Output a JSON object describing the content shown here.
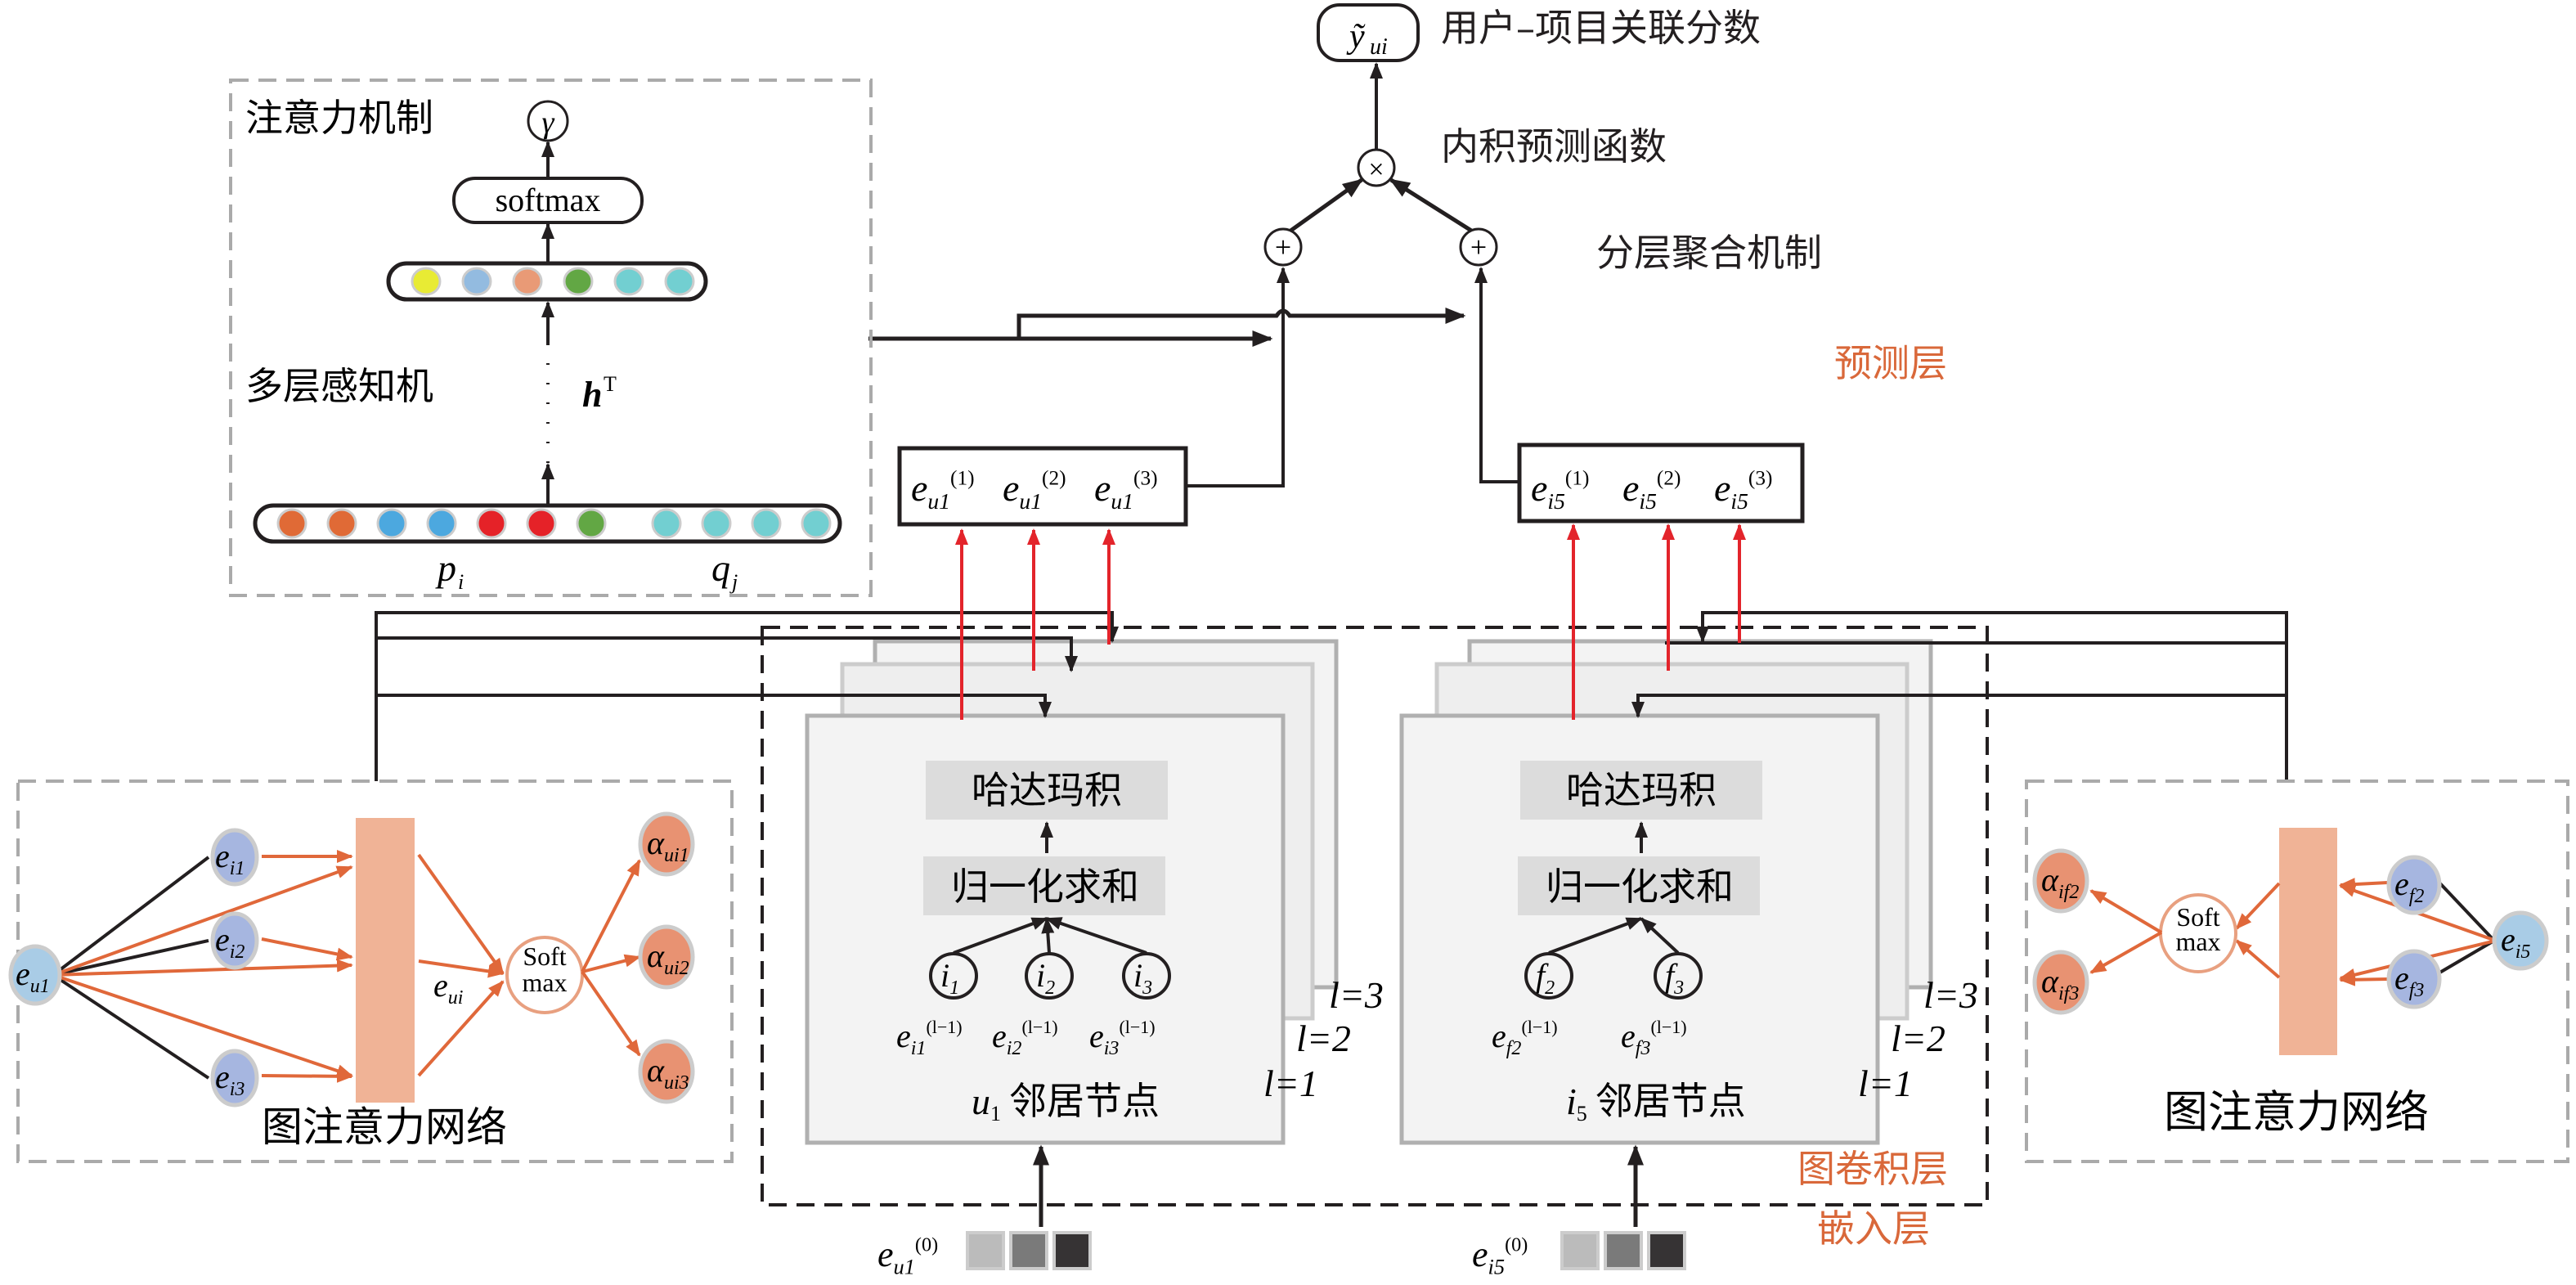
{
  "colors": {
    "orange_label": "#d9683a",
    "arrow_orange": "#e0683a",
    "red_arrow": "#e3242b",
    "dashed_gray": "#aaaaaa",
    "panel_fill": "#f2f2f2",
    "inner_box_fill": "#dcdcdc",
    "attn_bar": "#f0b396",
    "user_node": "#a9cce6",
    "item_node": "#a6b6e0",
    "alpha_node": "#e89272"
  },
  "prediction": {
    "output_label": "用户–项目关联分数",
    "output_symbol": "ỹ",
    "output_sub": "ui",
    "inner_product_label": "内积预测函数",
    "inner_product_symbol": "×",
    "aggregation_label": "分层聚合机制",
    "plus_symbol": "+",
    "layer_label": "预测层"
  },
  "attention": {
    "title": "注意力机制",
    "gamma": "γ",
    "softmax": "softmax",
    "mlp_label": "多层感知机",
    "h": "h",
    "h_sup": "T",
    "p_label": "p",
    "p_sub": "i",
    "q_label": "q",
    "q_sub": "j",
    "upper_vector": [
      "#e8eb34",
      "#93bbe0",
      "#e99a76",
      "#62a744",
      "#72cfd1",
      "#72cfd1"
    ],
    "lower_vector": [
      "#e06a36",
      "#e06a36",
      "#4ca8df",
      "#4ca8df",
      "#e52228",
      "#e52228",
      "#62a744",
      "#72cfd1",
      "#72cfd1",
      "#72cfd1",
      "#72cfd1"
    ]
  },
  "user_embeddings": {
    "base": "e",
    "sub": "u1",
    "sups": [
      "(1)",
      "(2)",
      "(3)"
    ]
  },
  "item_embeddings": {
    "base": "e",
    "sub": "i5",
    "sups": [
      "(1)",
      "(2)",
      "(3)"
    ]
  },
  "gcn": {
    "layer_label": "图卷积层",
    "embed_label": "嵌入层",
    "layers": [
      "l=1",
      "l=2",
      "l=3"
    ],
    "hadamard": "哈达玛积",
    "norm_sum": "归一化求和",
    "user_panel": {
      "title_sym": "u",
      "title_sub": "1",
      "title": "邻居节点",
      "nodes": [
        {
          "sym": "i",
          "sub": "1",
          "emb_sub": "i1",
          "emb_sup": "(l−1)"
        },
        {
          "sym": "i",
          "sub": "2",
          "emb_sub": "i2",
          "emb_sup": "(l−1)"
        },
        {
          "sym": "i",
          "sub": "3",
          "emb_sub": "i3",
          "emb_sup": "(l−1)"
        }
      ],
      "input": {
        "base": "e",
        "sub": "u1",
        "sup": "(0)"
      }
    },
    "item_panel": {
      "title_sym": "i",
      "title_sub": "5",
      "title": "邻居节点",
      "nodes": [
        {
          "sym": "f",
          "sub": "2",
          "emb_sub": "f2",
          "emb_sup": "(l−1)"
        },
        {
          "sym": "f",
          "sub": "3",
          "emb_sub": "f3",
          "emb_sup": "(l−1)"
        }
      ],
      "input": {
        "base": "e",
        "sub": "i5",
        "sup": "(0)"
      }
    },
    "input_squares": [
      "#bbbbbb",
      "#7a7a7a",
      "#363334"
    ]
  },
  "gat_left": {
    "title": "图注意力网络",
    "center": {
      "base": "e",
      "sub": "u1"
    },
    "neighbors": [
      {
        "base": "e",
        "sub": "i1"
      },
      {
        "base": "e",
        "sub": "i2"
      },
      {
        "base": "e",
        "sub": "i3"
      }
    ],
    "mid_label": {
      "base": "e",
      "sub": "ui"
    },
    "softmax": [
      "Soft",
      "max"
    ],
    "outputs": [
      {
        "base": "α",
        "sub": "ui1"
      },
      {
        "base": "α",
        "sub": "ui2"
      },
      {
        "base": "α",
        "sub": "ui3"
      }
    ]
  },
  "gat_right": {
    "title": "图注意力网络",
    "center": {
      "base": "e",
      "sub": "i5"
    },
    "neighbors": [
      {
        "base": "e",
        "sub": "f2"
      },
      {
        "base": "e",
        "sub": "f3"
      }
    ],
    "softmax": [
      "Soft",
      "max"
    ],
    "outputs": [
      {
        "base": "α",
        "sub": "if2"
      },
      {
        "base": "α",
        "sub": "if3"
      }
    ]
  }
}
